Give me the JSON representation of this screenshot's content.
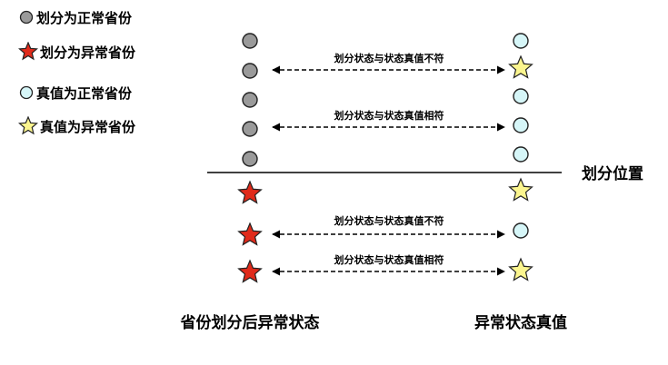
{
  "legend": [
    {
      "shape": "circle",
      "fill": "#9a9a9a",
      "label": "划分为正常省份"
    },
    {
      "shape": "star",
      "fill": "#e02a1a",
      "label": "划分为异常省份"
    },
    {
      "shape": "circle",
      "fill": "#d6f6f8",
      "label": "真值为正常省份"
    },
    {
      "shape": "star",
      "fill": "#fbf58e",
      "label": "真值为异常省份"
    }
  ],
  "split_label": "划分位置",
  "left_column_label": "省份划分后异常状态",
  "right_column_label": "异常状态真值",
  "rows": [
    {
      "left": "gray-circle",
      "right": "cyan-circle"
    },
    {
      "left": "gray-circle",
      "right": "yellow-star",
      "arrow_label": "划分状态与状态真值不符"
    },
    {
      "left": "gray-circle",
      "right": "cyan-circle"
    },
    {
      "left": "gray-circle",
      "right": "cyan-circle",
      "arrow_label": "划分状态与状态真值相符"
    },
    {
      "left": "gray-circle",
      "right": "cyan-circle"
    },
    {
      "left": "red-star",
      "right": "yellow-star"
    },
    {
      "left": "red-star",
      "right": "cyan-circle",
      "arrow_label": "划分状态与状态真值不符"
    },
    {
      "left": "red-star",
      "right": "yellow-star",
      "arrow_label": "划分状态与状态真值相符"
    }
  ],
  "colors": {
    "gray": "#9a9a9a",
    "red": "#e02a1a",
    "cyan": "#d6f6f8",
    "yellow": "#fbf58e"
  }
}
